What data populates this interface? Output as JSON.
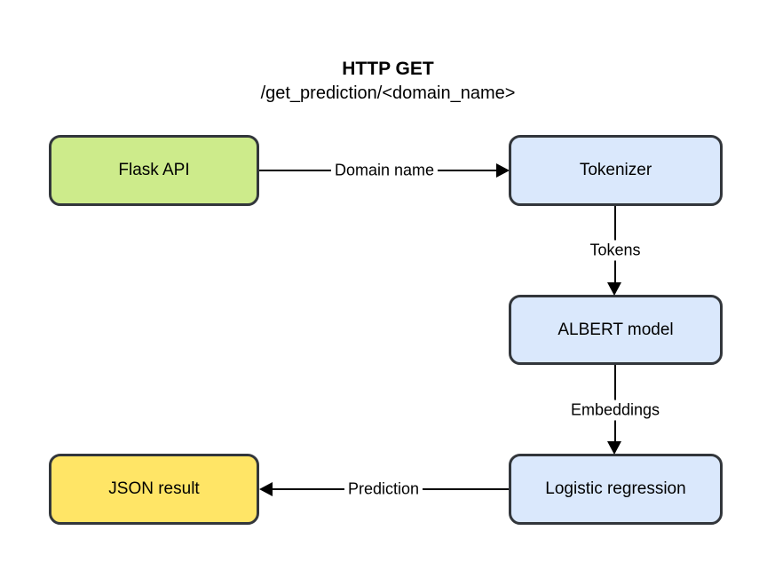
{
  "title": {
    "heading": "HTTP GET",
    "subtitle": "/get_prediction/<domain_name>"
  },
  "nodes": {
    "flask_api": {
      "label": "Flask API",
      "fill": "#cdeb8b"
    },
    "tokenizer": {
      "label": "Tokenizer",
      "fill": "#dae8fc"
    },
    "albert_model": {
      "label": "ALBERT model",
      "fill": "#dae8fc"
    },
    "logistic_regression": {
      "label": "Logistic regression",
      "fill": "#dae8fc"
    },
    "json_result": {
      "label": "JSON result",
      "fill": "#ffe566"
    }
  },
  "edges": [
    {
      "from": "flask_api",
      "to": "tokenizer",
      "label": "Domain name",
      "direction": "right"
    },
    {
      "from": "tokenizer",
      "to": "albert_model",
      "label": "Tokens",
      "direction": "down"
    },
    {
      "from": "albert_model",
      "to": "logistic_regression",
      "label": "Embeddings",
      "direction": "down"
    },
    {
      "from": "logistic_regression",
      "to": "json_result",
      "label": "Prediction",
      "direction": "left"
    }
  ],
  "colors": {
    "node_stroke": "#32363b",
    "line": "#000000",
    "background": "#ffffff"
  }
}
